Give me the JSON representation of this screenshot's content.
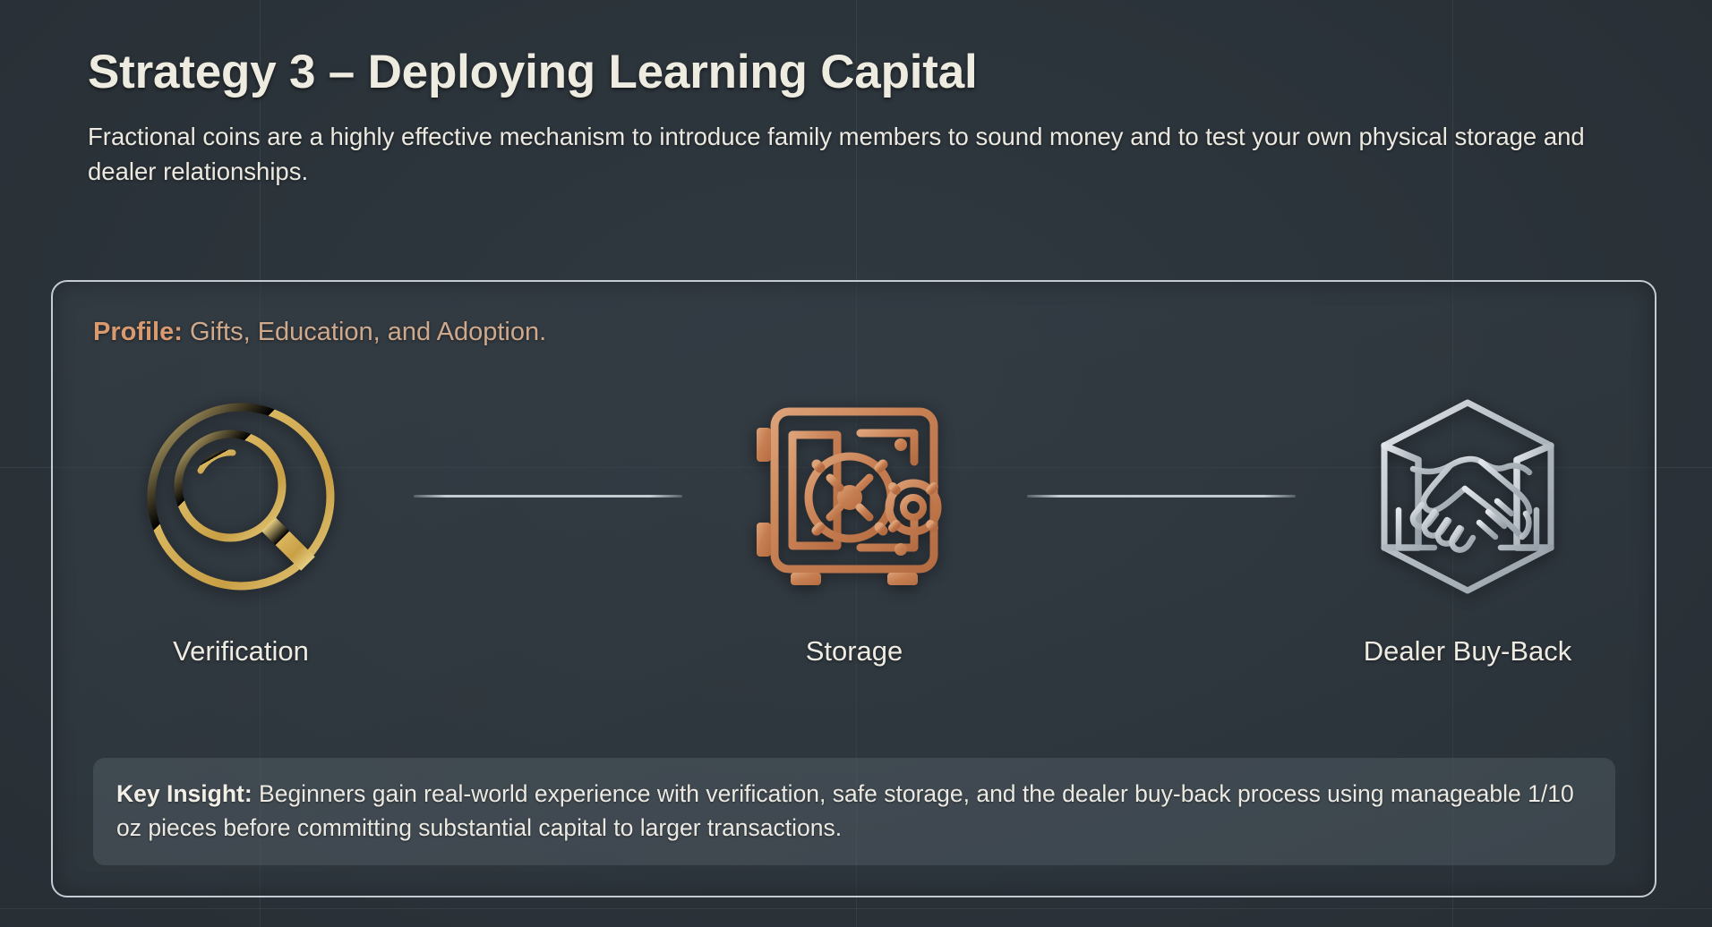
{
  "page": {
    "title": "Strategy 3 – Deploying Learning Capital",
    "subtitle": "Fractional coins are a highly effective mechanism to introduce family members to sound money and to test your own physical storage and dealer relationships.",
    "background_color": "#2c343b",
    "title_color": "#eeece0"
  },
  "card": {
    "profile": {
      "label": "Profile:",
      "value": "Gifts, Education, and Adoption.",
      "accent_color": "#d2a886"
    },
    "flow": {
      "steps": [
        {
          "label": "Verification",
          "icon": "magnifier-circle-icon",
          "icon_color": "#d4b056"
        },
        {
          "label": "Storage",
          "icon": "safe-vault-icon",
          "icon_color": "#c07a4f"
        },
        {
          "label": "Dealer Buy-Back",
          "icon": "handshake-hexagon-icon",
          "icon_color": "#b9c1c7"
        }
      ],
      "connector_color": "#d0d8de"
    },
    "key_insight": {
      "label": "Key Insight:",
      "text": "Beginners gain real-world experience with verification, safe storage, and the dealer buy-back process using manageable 1/10 oz pieces before committing substantial capital to larger transactions."
    }
  }
}
